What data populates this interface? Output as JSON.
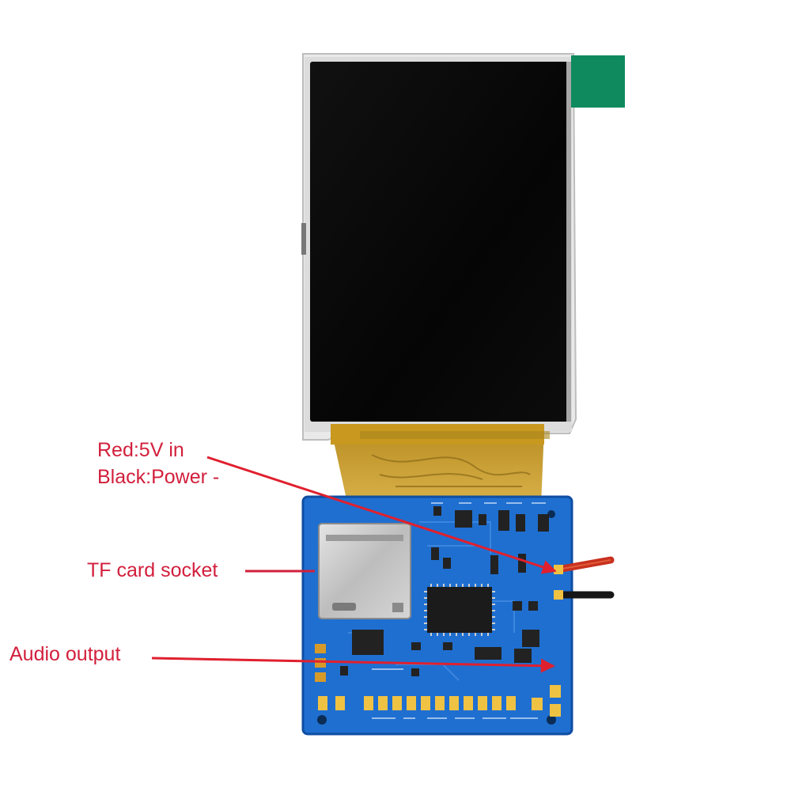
{
  "annotations": {
    "power_red": "Red:5V in",
    "power_black": "Black:Power -",
    "tf_socket": "TF card socket",
    "audio_output": "Audio output"
  },
  "colors": {
    "annotation_text": "#d21f3c",
    "arrow": "#e0202e",
    "pcb": "#1f6fd0",
    "screen": "#060606",
    "flex_cable": "#c9a53a"
  }
}
